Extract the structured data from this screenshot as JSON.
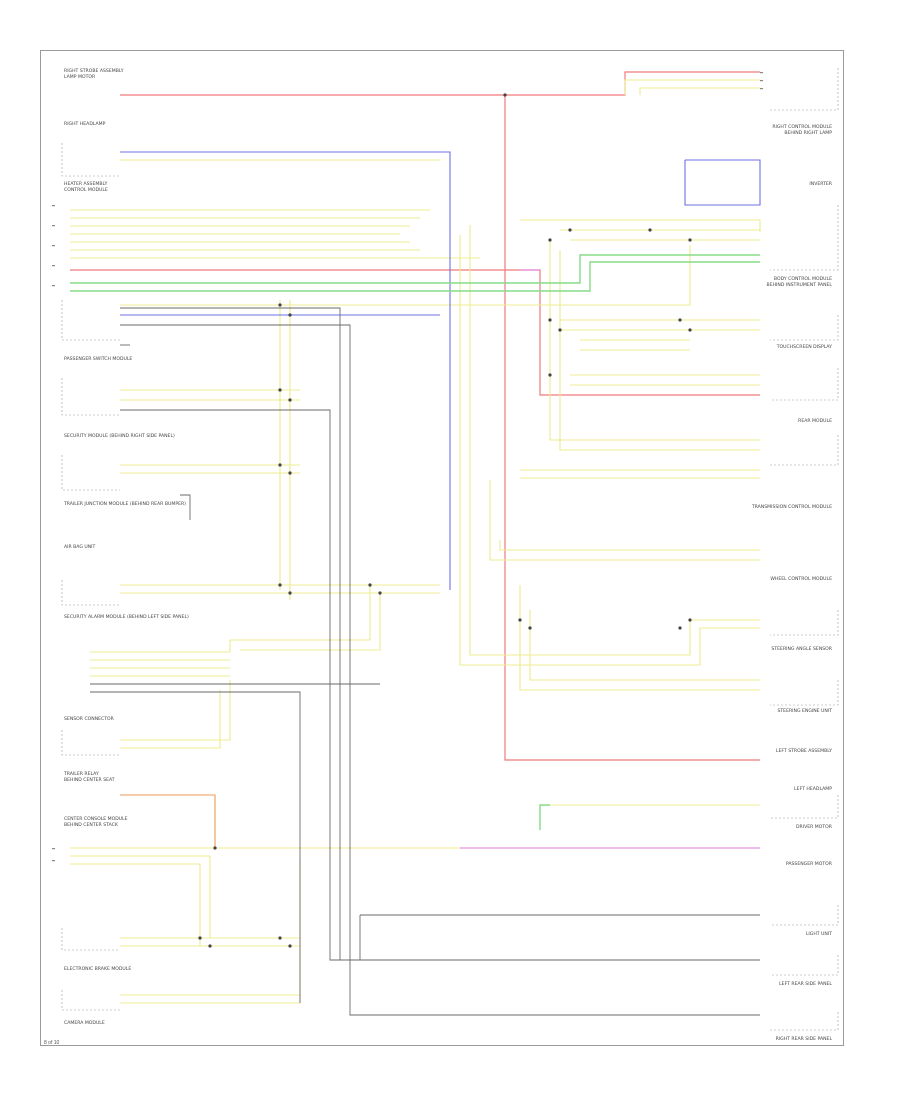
{
  "diagram": {
    "left_components": [
      "RIGHT STROBE ASSEMBLY / LAMP MOTOR",
      "RIGHT HEADLAMP",
      "HEATER ASSEMBLY / CONTROL MODULE",
      "PASSENGER SWITCH MODULE",
      "SECURITY MODULE (BEHIND RIGHT SIDE PANEL)",
      "TRAILER JUNCTION MODULE (BEHIND REAR BUMPER)",
      "AIR BAG UNIT",
      "SECURITY ALARM MODULE (BEHIND LEFT SIDE PANEL)",
      "SENSOR CONNECTOR",
      "TRAILER RELAY / BEHIND CENTER SEAT",
      "CENTER CONSOLE MODULE / BEHIND CENTER STACK",
      "ELECTRONIC BRAKE MODULE",
      "CAMERA MODULE"
    ],
    "right_components": [
      "RIGHT CONTROL MODULE / BEHIND RIGHT LAMP",
      "INVERTER",
      "BODY CONTROL MODULE / BEHIND INSTRUMENT PANEL",
      "TOUCHSCREEN DISPLAY",
      "REAR MODULE",
      "TRANSMISSION CONTROL MODULE",
      "WHEEL CONTROL MODULE",
      "STEERING ANGLE SENSOR",
      "STEERING ENGINE UNIT",
      "LEFT STROBE ASSEMBLY",
      "LEFT HEADLAMP",
      "DRIVER MOTOR",
      "PASSENGER MOTOR",
      "LIGHT UNIT",
      "LEFT REAR SIDE PANEL",
      "RIGHT REAR SIDE PANEL"
    ],
    "wire_colors": {
      "red": "#f07a7a",
      "yellow": "#ecec90",
      "blue": "#6f6fe6",
      "green": "#86dc86",
      "magenta": "#e07ae0",
      "gray": "#6a6a6a",
      "orange": "#ee9a55"
    }
  },
  "footer": {
    "page_number": "8 of 10"
  }
}
